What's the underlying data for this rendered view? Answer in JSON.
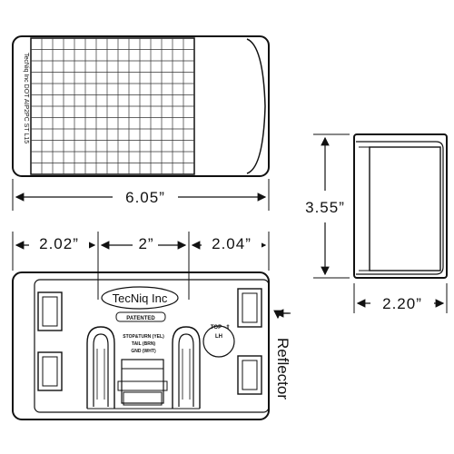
{
  "dimensions": {
    "width_total": "6.05”",
    "height": "3.55”",
    "depth": "2.20”",
    "spacing_left": "2.02”",
    "spacing_center": "2”",
    "spacing_right": "2.04”"
  },
  "front_label": "TecNiq Inc DOT AIP2PC ST L15",
  "back": {
    "brand": "TecNiq Inc",
    "patented": "PATENTED",
    "wiring_1": "STOP&TURN (YEL)",
    "wiring_2": "TAIL (BRN)",
    "wiring_3": "GND (WHT)",
    "orientation": "TOP",
    "side": "LH"
  },
  "callout": "Reflector"
}
